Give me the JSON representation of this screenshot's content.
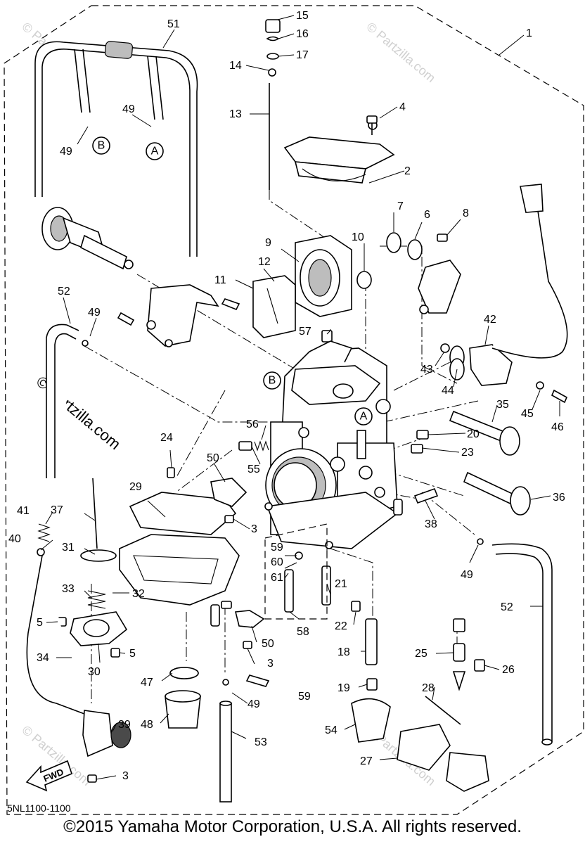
{
  "diagram_code": "5NL1100-1100",
  "copyright": "©2015 Yamaha Motor Corporation, U.S.A. All rights reserved.",
  "watermark": "© Partzilla.com",
  "fwd_label": "FWD",
  "ref_markers": {
    "a": "A",
    "b": "B"
  },
  "callouts": {
    "c1": "1",
    "c2": "2",
    "c3a": "3",
    "c3b": "3",
    "c3c": "3",
    "c4": "4",
    "c5a": "5",
    "c5b": "5",
    "c6": "6",
    "c7": "7",
    "c8": "8",
    "c9": "9",
    "c10": "10",
    "c11": "11",
    "c12": "12",
    "c13": "13",
    "c14": "14",
    "c15": "15",
    "c16": "16",
    "c17": "17",
    "c18": "18",
    "c19": "19",
    "c20": "20",
    "c21": "21",
    "c22": "22",
    "c23": "23",
    "c24": "24",
    "c25": "25",
    "c26": "26",
    "c27": "27",
    "c28": "28",
    "c29": "29",
    "c30": "30",
    "c31": "31",
    "c32": "32",
    "c33": "33",
    "c34": "34",
    "c35": "35",
    "c36": "36",
    "c37": "37",
    "c38": "38",
    "c39": "39",
    "c40": "40",
    "c41": "41",
    "c42": "42",
    "c43": "43",
    "c44": "44",
    "c45": "45",
    "c46": "46",
    "c47": "47",
    "c48": "48",
    "c49a": "49",
    "c49b": "49",
    "c49c": "49",
    "c49d": "49",
    "c49e": "49",
    "c50a": "50",
    "c50b": "50",
    "c51": "51",
    "c52a": "52",
    "c52b": "52",
    "c53": "53",
    "c54": "54",
    "c55": "55",
    "c56": "56",
    "c57": "57",
    "c58": "58",
    "c59a": "59",
    "c59b": "59",
    "c60": "60",
    "c61": "61"
  }
}
